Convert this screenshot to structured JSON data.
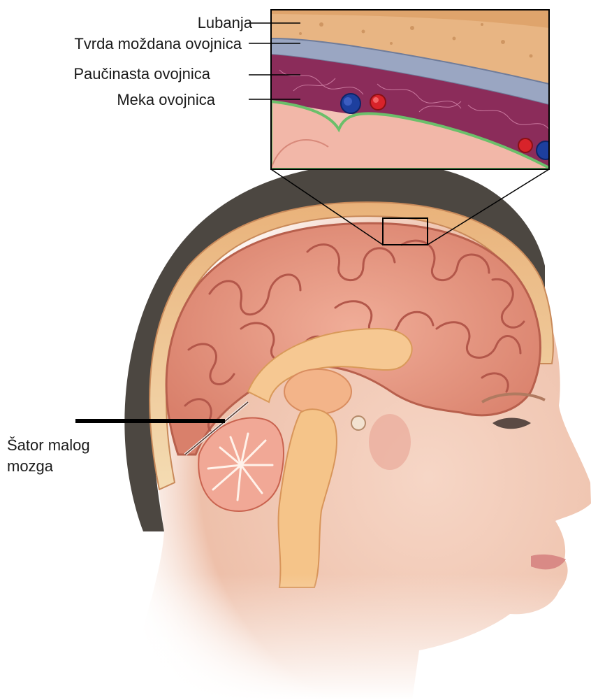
{
  "labels": {
    "skull": "Lubanja",
    "dura_mater": "Tvrda moždana ovojnica",
    "arachnoid_mater": "Paučinasta ovojnica",
    "pia_mater": "Meka ovojnica",
    "tentorium_line1": "Šator malog",
    "tentorium_line2": "mozga"
  },
  "colors": {
    "hair": "#4a4540",
    "skin": "#f2cbb8",
    "brain": "#e79a86",
    "gyrus_outline": "#c76b5a",
    "brainstem": "#f3c58c",
    "skull_bone": "#efd4a6",
    "dura": "#8a97b5",
    "arachnoid": "#8b2c5a",
    "pia": "#6bbf6a",
    "vein": "#1d3f9e",
    "artery": "#d8232a",
    "leader_line": "#000000"
  }
}
